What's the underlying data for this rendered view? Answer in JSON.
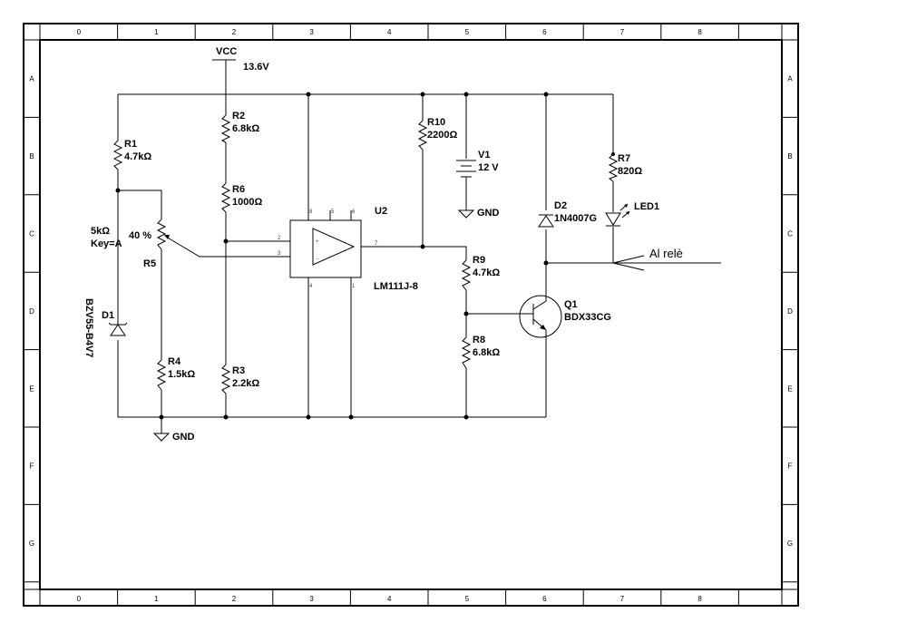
{
  "frame": {
    "columns": [
      "0",
      "1",
      "2",
      "3",
      "4",
      "5",
      "6",
      "7",
      "8"
    ],
    "rows": [
      "A",
      "B",
      "C",
      "D",
      "E",
      "F",
      "G"
    ]
  },
  "components": {
    "vcc": {
      "name": "VCC",
      "value": "13.6V"
    },
    "r1": {
      "name": "R1",
      "value": "4.7kΩ"
    },
    "r2": {
      "name": "R2",
      "value": "6.8kΩ"
    },
    "r6": {
      "name": "R6",
      "value": "1000Ω"
    },
    "r3": {
      "name": "R3",
      "value": "2.2kΩ"
    },
    "r4": {
      "name": "R4",
      "value": "1.5kΩ"
    },
    "r5": {
      "name": "R5",
      "value": "5kΩ",
      "key": "Key=A",
      "percent": "40 %"
    },
    "d1": {
      "name": "D1",
      "value": "BZV55-B4V7"
    },
    "u2": {
      "name": "U2",
      "value": "LM111J-8",
      "pins": [
        "8",
        "5",
        "6",
        "2",
        "3",
        "7",
        "4",
        "1"
      ]
    },
    "r10": {
      "name": "R10",
      "value": "2200Ω"
    },
    "v1": {
      "name": "V1",
      "value": "12 V"
    },
    "r9": {
      "name": "R9",
      "value": "4.7kΩ"
    },
    "r8": {
      "name": "R8",
      "value": "6.8kΩ"
    },
    "d2": {
      "name": "D2",
      "value": "1N4007G"
    },
    "r7": {
      "name": "R7",
      "value": "820Ω"
    },
    "led1": {
      "name": "LED1"
    },
    "q1": {
      "name": "Q1",
      "value": "BDX33CG"
    }
  },
  "ground_label": "GND",
  "relay_label": "Al relè"
}
